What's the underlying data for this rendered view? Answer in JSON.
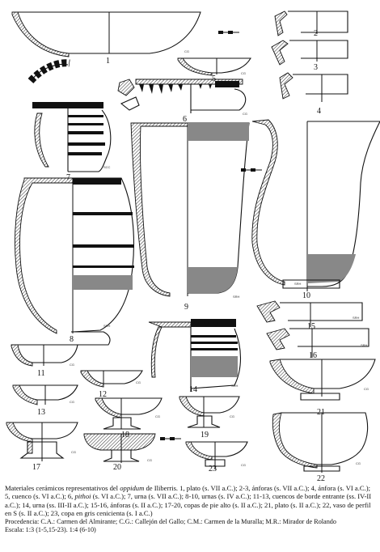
{
  "figure_numbers": [
    "1",
    "2",
    "3",
    "4",
    "5",
    "6",
    "7",
    "8",
    "9",
    "10",
    "11",
    "12",
    "13",
    "14",
    "15",
    "16",
    "17",
    "18",
    "19",
    "20",
    "21",
    "22",
    "23"
  ],
  "source_tags": {
    "f1": "CG",
    "f5": "CG",
    "f6": "CG",
    "f7": "SCC",
    "f8": "SRH",
    "f9": "SRH",
    "f10": "SRH",
    "f11": "CG",
    "f12": "CG",
    "f13": "CG",
    "f14": "SRH",
    "f15": "SRH",
    "f16": "SRH",
    "f17": "CG",
    "f18": "CG",
    "f19": "CG",
    "f20": "CG",
    "f21": "CG",
    "f22": "CG",
    "f23": "CG"
  },
  "caption": {
    "part1": "Materiales cerámicos representativos del ",
    "oppidum": "oppidum",
    "part2": " de Iliberris. 1, plato (s. VII a.C.); 2-3, ánforas (s. VII a.C.); 4, ánfora (s. VI a.C.); 5, cuenco (s. VI a.C.); 6, ",
    "pithoi": "pithoi",
    "part3": " (s. VI a.C.); 7, urna (s. VII a.C.); 8-10, urnas (s. IV a.C.); 11-13, cuencos de borde entrante (ss. IV-II a.C.); 14, urna (ss. III-II a.C.); 15-16, ánforas (s. II a.C.); 17-20, copas de pie alto (s. II a.C.); 21, plato (s. II a.C.); 22, vaso de perfil en S (s. II a.C.); 23, copa en gris cenicienta (s. I a.C.)",
    "procedencia": "Procedencia: C.A.: Carmen del Almirante; C.G.: Callejón del Gallo; C.M.: Carmen de la Muralla; M.R.: Mirador de Rolando",
    "escala": "Escala: 1:3 (1-5,15-23). 1:4 (6-10)"
  },
  "colors": {
    "ink": "#111111",
    "paint_grey": "#888888",
    "paper": "#ffffff"
  }
}
